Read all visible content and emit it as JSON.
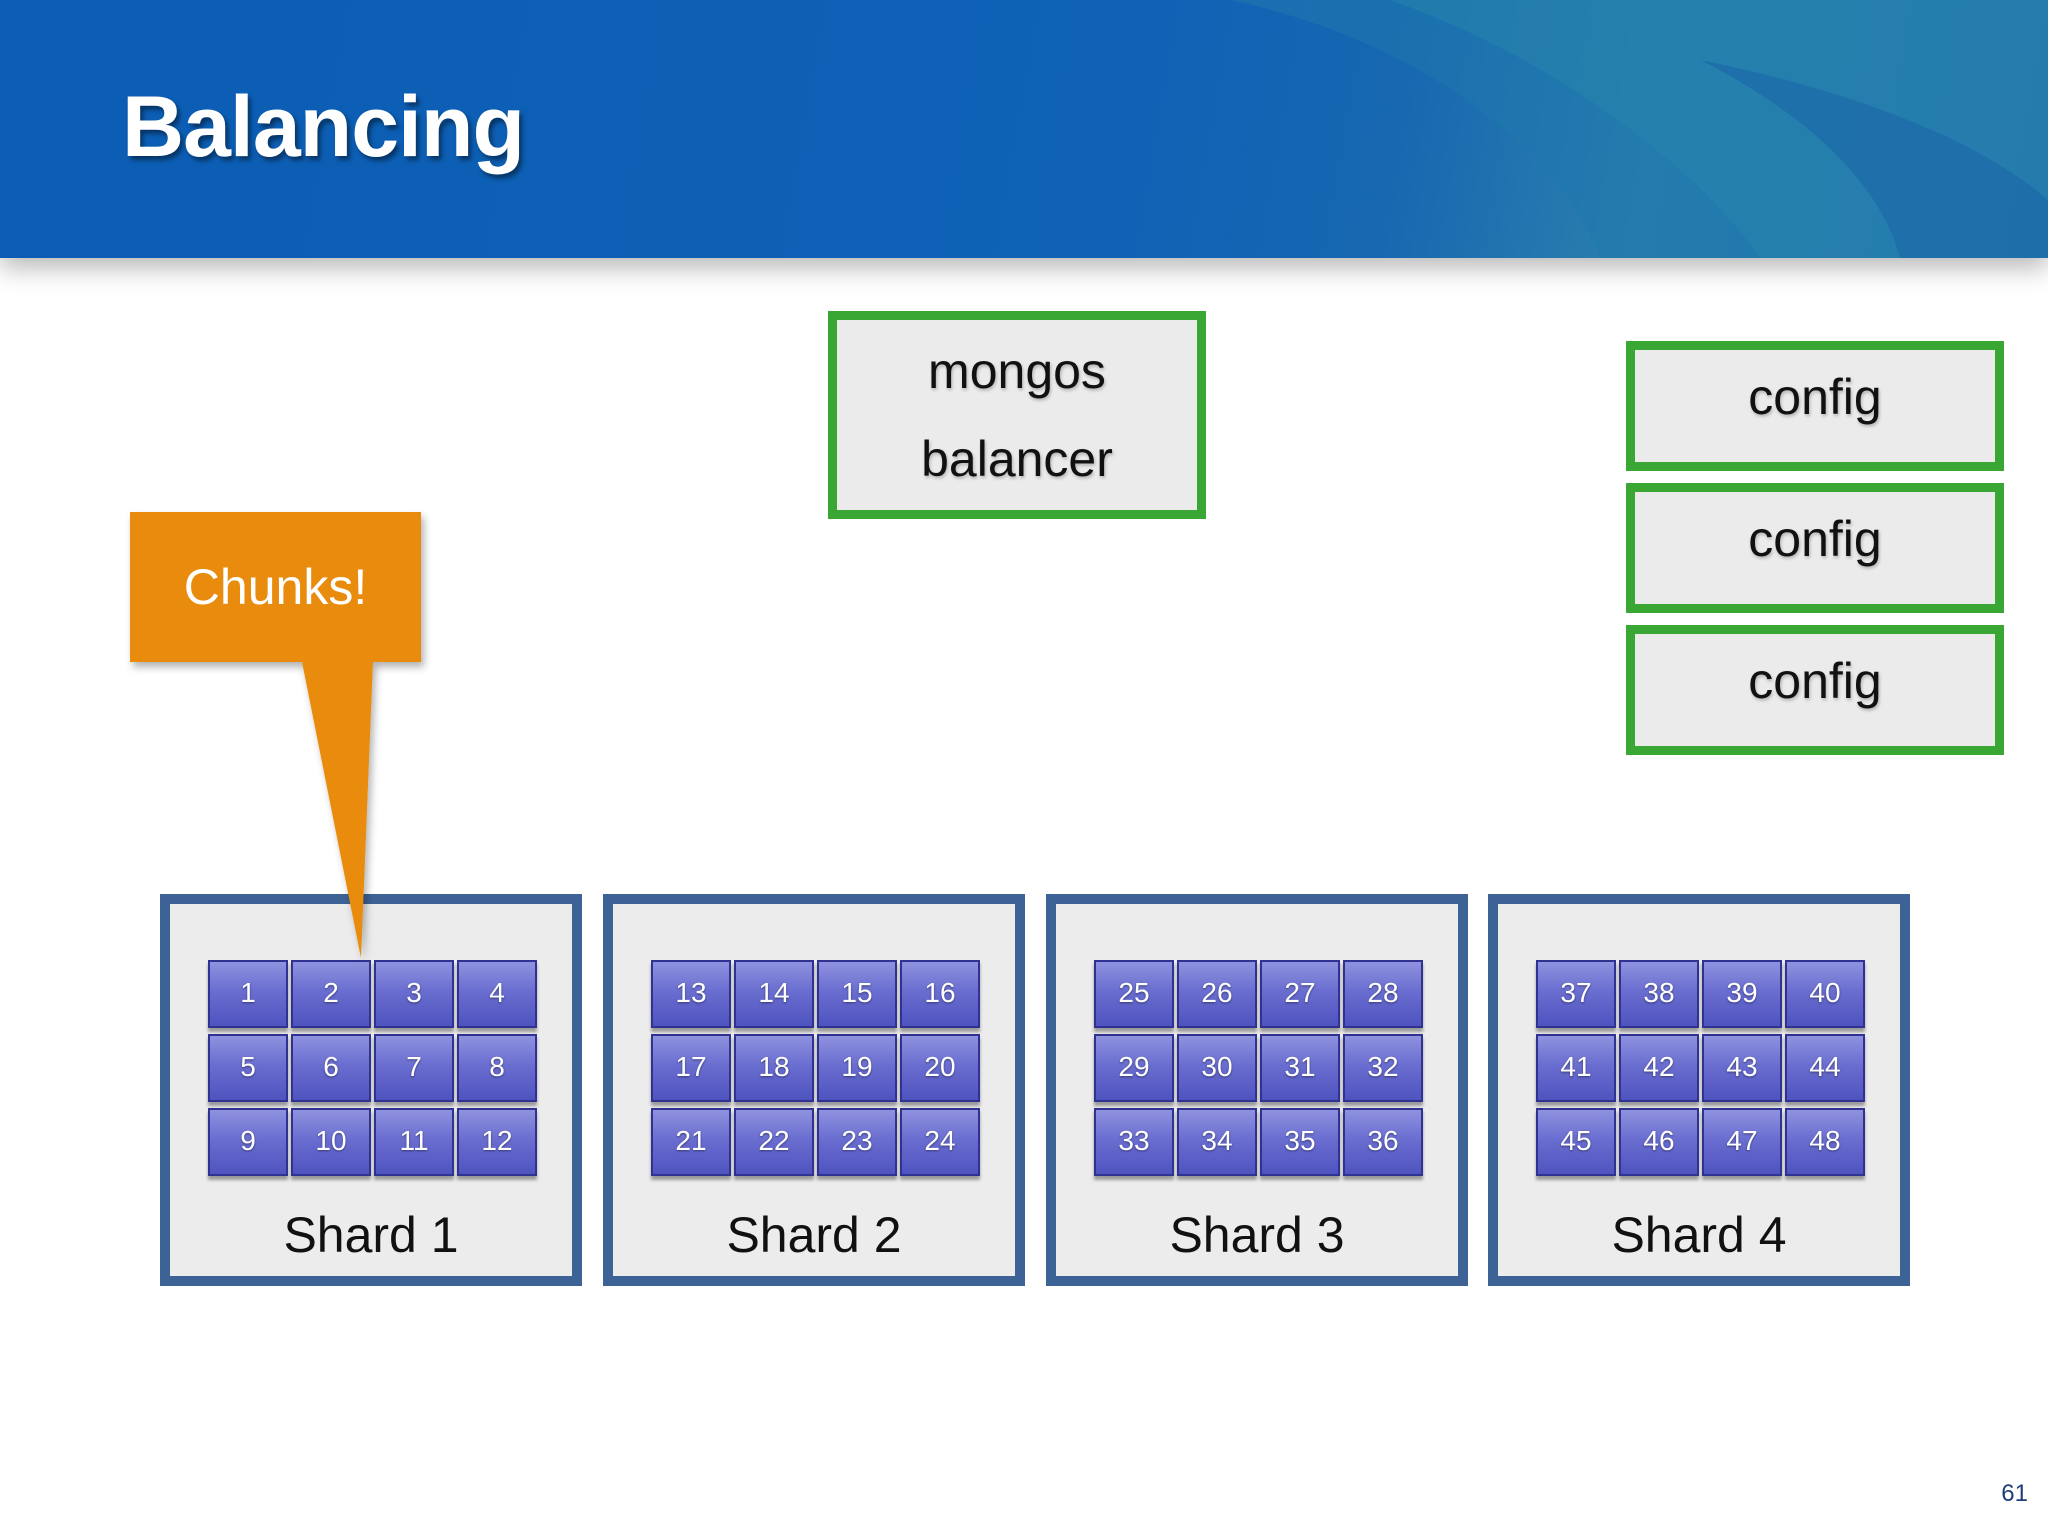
{
  "title": "Balancing",
  "mongos": {
    "line1": "mongos",
    "line2": "balancer"
  },
  "configs": [
    "config",
    "config",
    "config"
  ],
  "callout": {
    "text": "Chunks!"
  },
  "shards": [
    {
      "label": "Shard 1",
      "chunks": [
        "1",
        "2",
        "3",
        "4",
        "5",
        "6",
        "7",
        "8",
        "9",
        "10",
        "11",
        "12"
      ]
    },
    {
      "label": "Shard 2",
      "chunks": [
        "13",
        "14",
        "15",
        "16",
        "17",
        "18",
        "19",
        "20",
        "21",
        "22",
        "23",
        "24"
      ]
    },
    {
      "label": "Shard 3",
      "chunks": [
        "25",
        "26",
        "27",
        "28",
        "29",
        "30",
        "31",
        "32",
        "33",
        "34",
        "35",
        "36"
      ]
    },
    {
      "label": "Shard 4",
      "chunks": [
        "37",
        "38",
        "39",
        "40",
        "41",
        "42",
        "43",
        "44",
        "45",
        "46",
        "47",
        "48"
      ]
    }
  ],
  "page_number": "61",
  "colors": {
    "header_blue": "#0b5db4",
    "box_green": "#3aa634",
    "callout_orange": "#e98b0e",
    "shard_border": "#3d6296",
    "chunk_purple": "#6a6ed0"
  }
}
